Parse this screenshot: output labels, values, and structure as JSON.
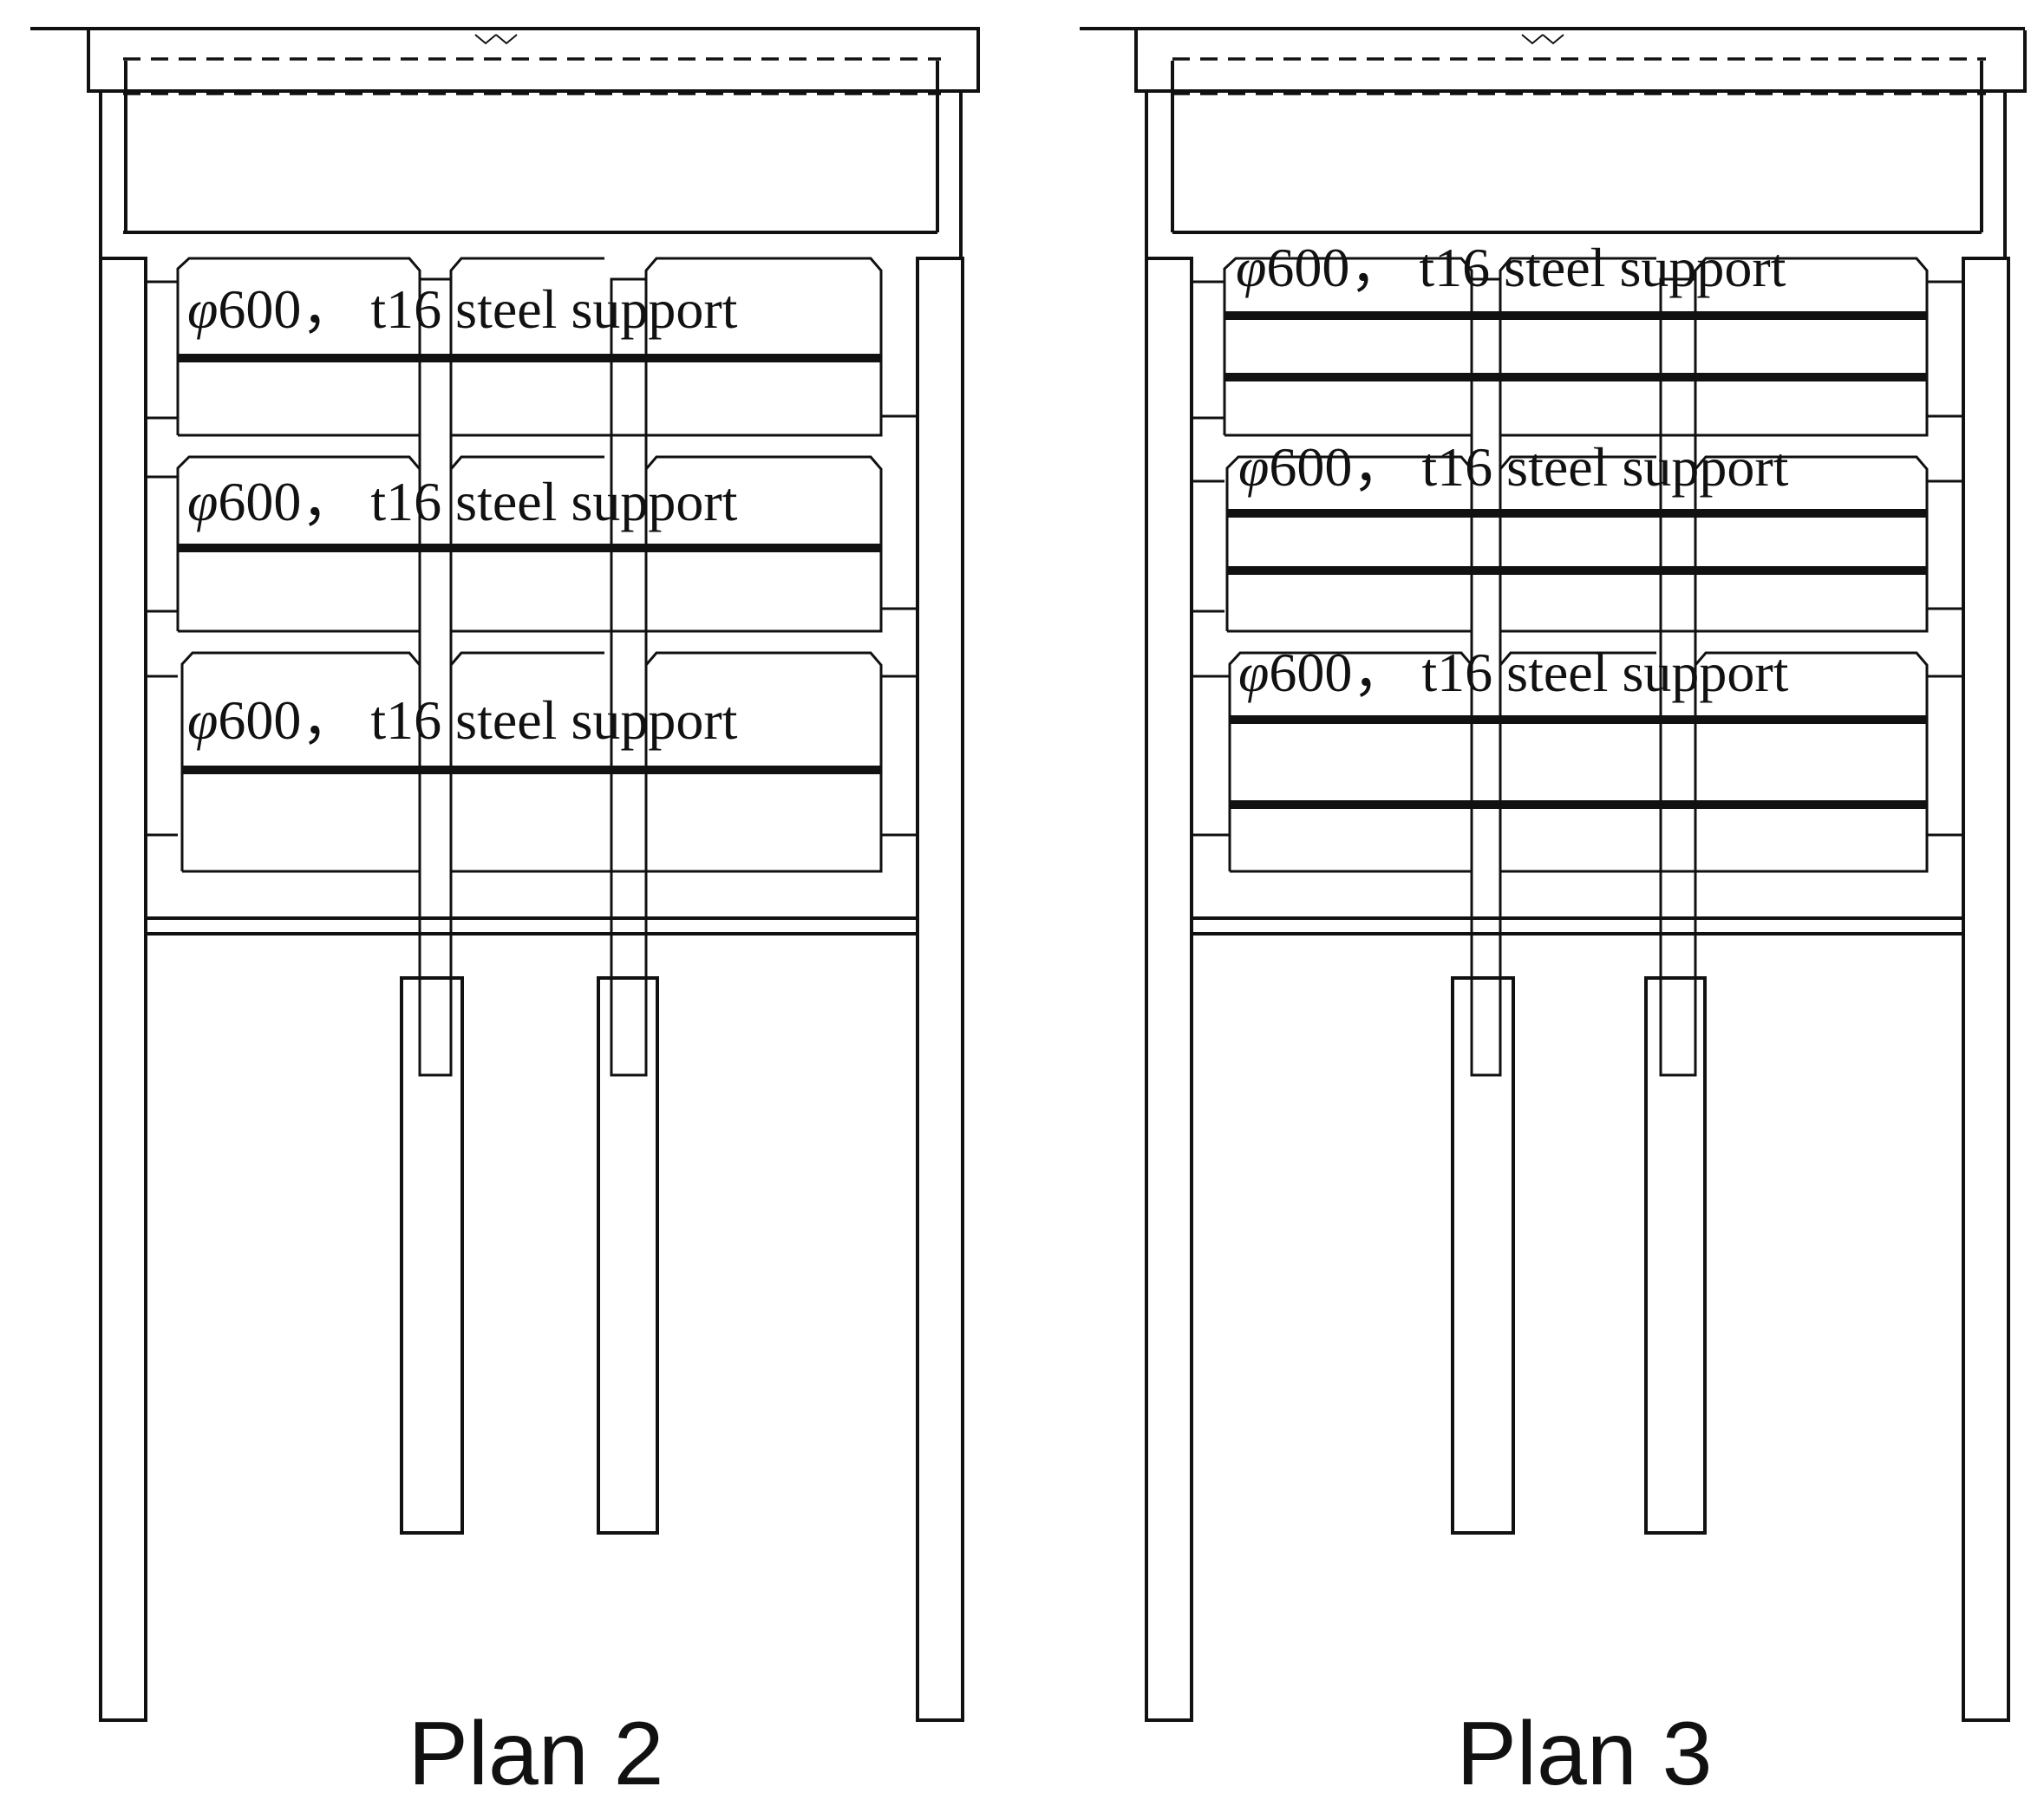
{
  "plan2": {
    "caption": "Plan 2",
    "supports": [
      {
        "symbol": "φ",
        "text": "600， t16 steel support"
      },
      {
        "symbol": "φ",
        "text": "600， t16 steel support"
      },
      {
        "symbol": "φ",
        "text": "600， t16 steel support"
      }
    ]
  },
  "plan3": {
    "caption": "Plan 3",
    "supports": [
      {
        "symbol": "φ",
        "text": "600， t16 steel support"
      },
      {
        "symbol": "φ",
        "text": "600， t16 steel support"
      },
      {
        "symbol": "φ",
        "text": "600， t16 steel support"
      }
    ]
  }
}
